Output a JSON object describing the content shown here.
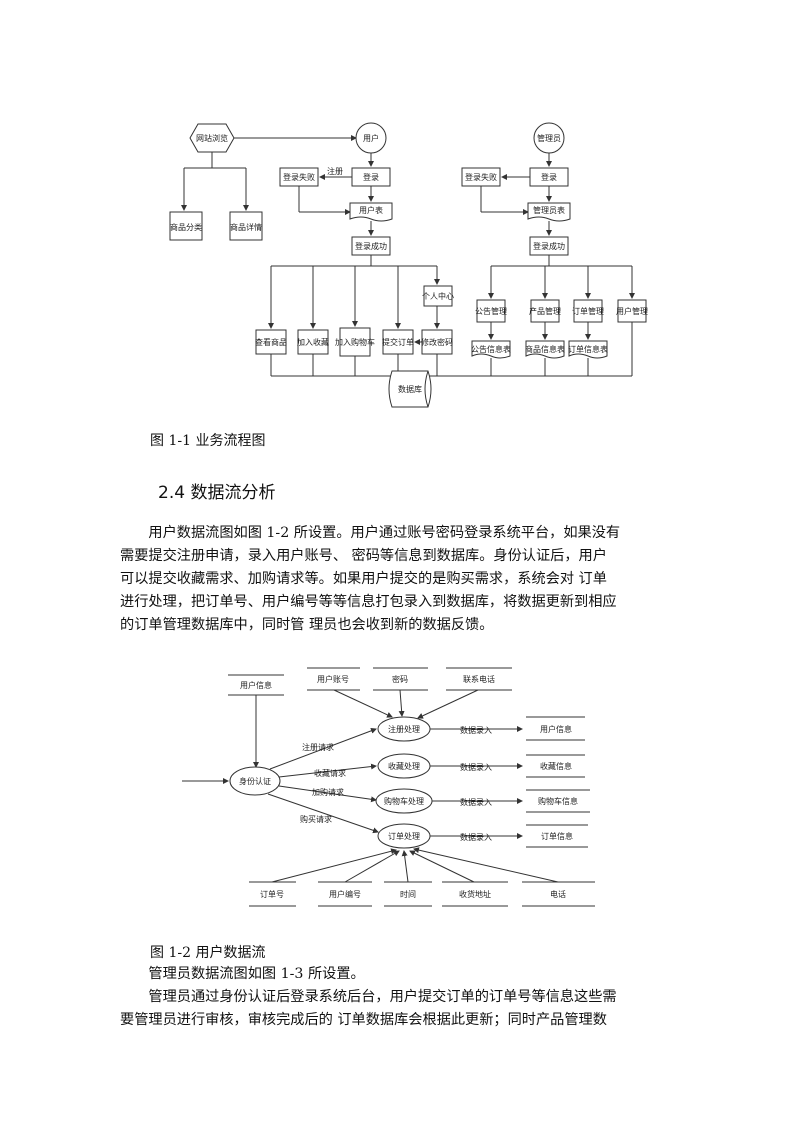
{
  "figure1": {
    "caption": "图 1-1 业务流程图",
    "nodes": {
      "browse": "网站浏览",
      "user": "用户",
      "admin": "管理员",
      "login_fail": "登录失败",
      "register": "注册",
      "login": "登录",
      "user_table": "用户表",
      "login_ok": "登录成功",
      "product_cat": "商品分类",
      "product_detail": "商品详情",
      "search": "查看商品",
      "favorite": "加入收藏",
      "cart": "加入购物车",
      "order": "提交订单",
      "personal": "个人中心",
      "modify": "修改密码",
      "admin_fail": "登录失败",
      "admin_login": "登录",
      "admin_table": "管理员表",
      "admin_ok": "登录成功",
      "notice_mgmt": "公告管理",
      "product_mgmt": "产品管理",
      "order_mgmt": "订单管理",
      "user_mgmt": "用户管理",
      "notice_table": "公告信息表",
      "product_table": "商品信息表",
      "order_table": "订单信息表",
      "database": "数据库"
    }
  },
  "section": {
    "heading": "2.4 数据流分析",
    "para1_l1": "用户数据流图如图 1-2 所设置。用户通过账号密码登录系统平台，如果没有",
    "para1_l2": "需要提交注册申请，录入用户账号、 密码等信息到数据库。身份认证后，用户",
    "para1_l3": "可以提交收藏需求、加购请求等。如果用户提交的是购买需求，系统会对  订单",
    "para1_l4": "进行处理，把订单号、用户编号等等信息打包录入到数据库，将数据更新到相应",
    "para1_l5": "的订单管理数据库中，同时管  理员也会收到新的数据反馈。"
  },
  "figure2": {
    "caption": "图 1-2 用户数据流",
    "nodes": {
      "user_info_src": "用户信息",
      "account": "用户账号",
      "password": "密码",
      "phone_top": "联系电话",
      "auth": "身份认证",
      "reg_proc": "注册处理",
      "fav_proc": "收藏处理",
      "cart_proc": "购物车处理",
      "order_proc": "订单处理",
      "reg_req": "注册请求",
      "fav_req": "收藏请求",
      "cart_req": "加购请求",
      "buy_req": "购买请求",
      "data_in1": "数据录入",
      "data_in2": "数据录入",
      "data_in3": "数据录入",
      "data_in4": "数据录入",
      "store_user": "用户信息",
      "store_fav": "收藏信息",
      "store_cart": "购物车信息",
      "store_order": "订单信息",
      "order_no": "订单号",
      "user_no": "用户编号",
      "time": "时间",
      "address": "收货地址",
      "phone_bottom": "电话"
    }
  },
  "after": {
    "line1": "管理员数据流图如图 1-3 所设置。",
    "line2": "管理员通过身份认证后登录系统后台，用户提交订单的订单号等信息这些需",
    "line3": "要管理员进行审核，审核完成后的  订单数据库会根据此更新；同时产品管理数"
  }
}
